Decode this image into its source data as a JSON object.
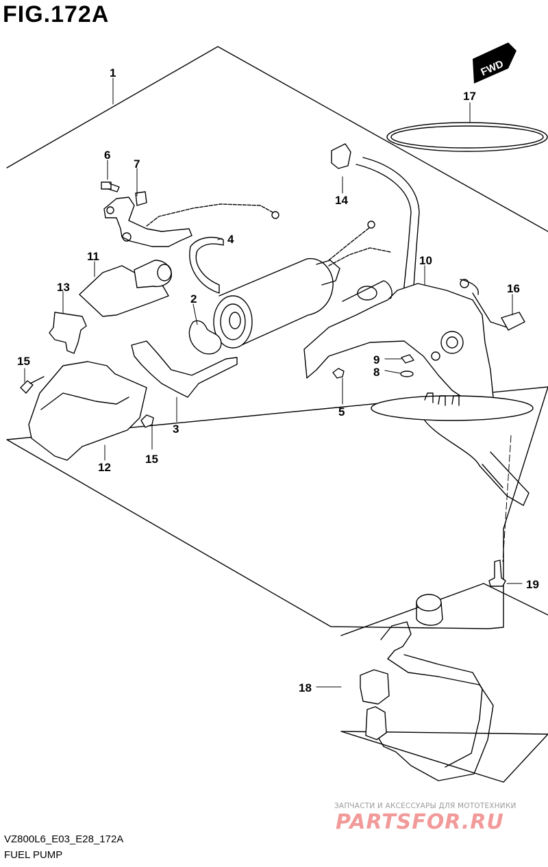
{
  "figure": {
    "title": "FIG.172A",
    "code": "VZ800L6_E03_E28_172A",
    "caption": "FUEL PUMP"
  },
  "fwd_label": "FWD",
  "callouts": {
    "c1": "1",
    "c2": "2",
    "c3": "3",
    "c4": "4",
    "c5": "5",
    "c6": "6",
    "c7": "7",
    "c8": "8",
    "c9": "9",
    "c10": "10",
    "c11": "11",
    "c12": "12",
    "c13": "13",
    "c14": "14",
    "c15a": "15",
    "c15b": "15",
    "c16": "16",
    "c17": "17",
    "c18": "18",
    "c19": "19"
  },
  "watermark": {
    "tagline": "ЗАПЧАСТИ И АКСЕССУАРЫ ДЛЯ МОТОТЕХНИКИ",
    "brand": "PARTSFOR.RU"
  },
  "colors": {
    "line": "#000000",
    "watermark_brand": "#f29a9a",
    "watermark_text": "#9a9a9a"
  }
}
